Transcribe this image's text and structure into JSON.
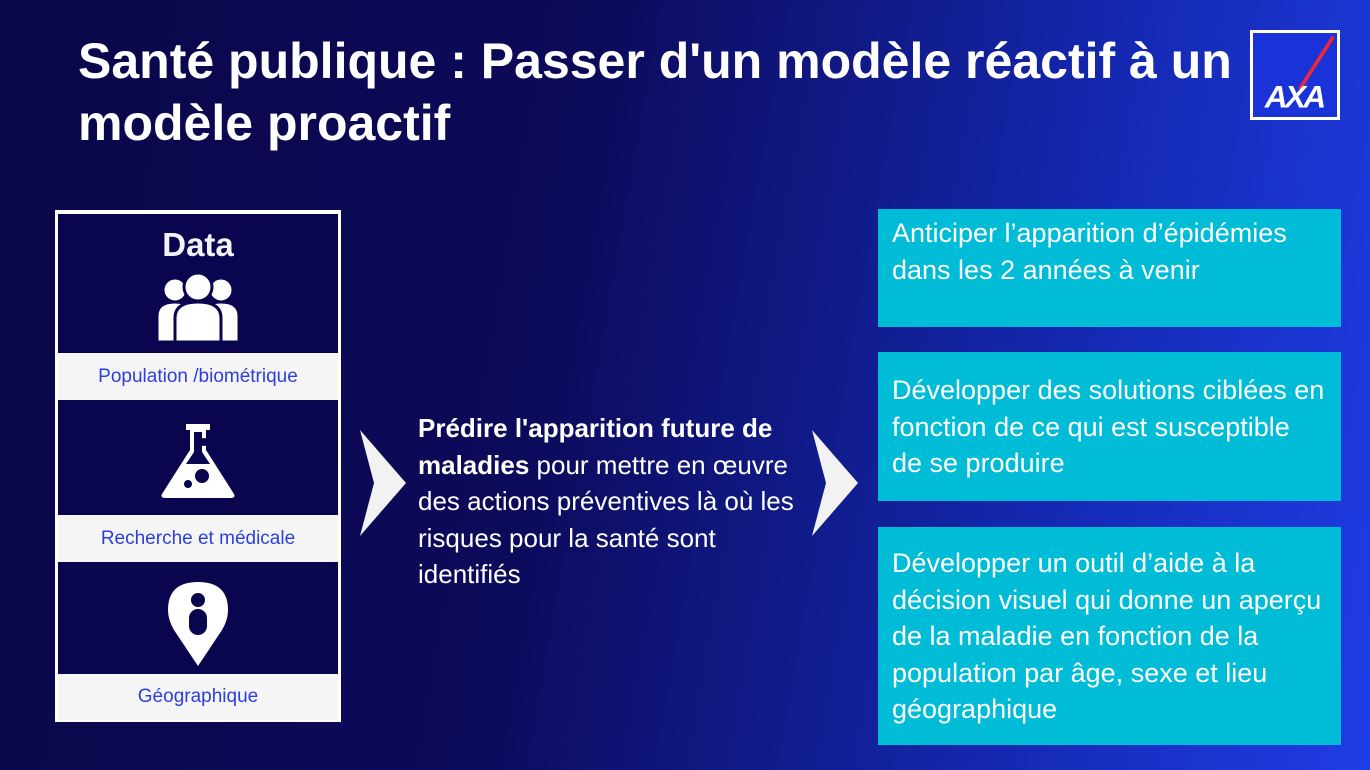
{
  "title": "Santé publique : Passer d'un modèle réactif à un modèle proactif",
  "logo": {
    "text": "AXA",
    "colors": {
      "red": "#e8283c",
      "blue": "#1a33d8"
    }
  },
  "data_panel": {
    "heading": "Data",
    "items": [
      {
        "label": "Population /biométrique",
        "icon": "people-group-icon"
      },
      {
        "label": "Recherche et médicale",
        "icon": "flask-icon"
      },
      {
        "label": "Géographique",
        "icon": "map-pin-icon"
      }
    ]
  },
  "middle": {
    "bold": "Prédire l'apparition future de maladies",
    "rest": " pour mettre en œuvre des actions préventives là où les risques pour la santé sont identifiés"
  },
  "goals": [
    "Anticiper l’apparition d’épidémies dans les 2 années à venir",
    "Développer des solutions ciblées en fonction de ce qui est susceptible de se produire",
    "Développer un outil d’aide à la décision visuel qui donne un aperçu de la maladie en fonction de la population par âge, sexe et lieu géographique"
  ],
  "colors": {
    "cyan": "#00bcd6",
    "navy": "#0a054f",
    "label_blue": "#2b3fe0"
  }
}
